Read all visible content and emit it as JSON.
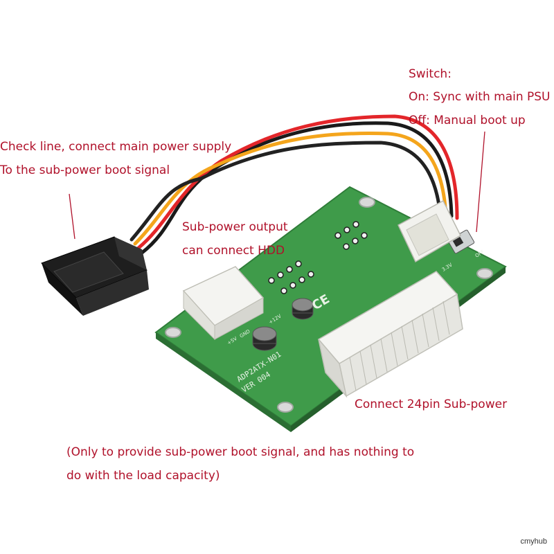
{
  "annotations": {
    "switch": {
      "title": "Switch:",
      "line1": "On: Sync with main PSU",
      "line2": "Off: Manual boot up"
    },
    "check_line": {
      "line1": "Check line, connect main power supply",
      "line2": "To the sub-power boot signal"
    },
    "sub_power_output": {
      "line1": "Sub-power output",
      "line2": "can connect HDD"
    },
    "connect_24pin": "Connect 24pin Sub-power",
    "note": {
      "line1": "(Only to provide sub-power boot signal, and has nothing to",
      "line2": "do with the load capacity)"
    }
  },
  "pcb_silkscreen": {
    "model": "ADP2ATX-N01",
    "version": "VER 004",
    "p12v": "+12V",
    "p5v": "+5V",
    "gnd": "GND",
    "v33": "3.3V",
    "off": "OFF"
  },
  "watermark": "cmyhub",
  "colors": {
    "annotation_text": "#b0112a",
    "pcb_green": "#3f9b4a",
    "connector_white": "#f2f2ee",
    "sata_black": "#1e1e1e",
    "wire_red": "#e3262a",
    "wire_yellow": "#f4a51c",
    "wire_black": "#1a1a1a"
  }
}
